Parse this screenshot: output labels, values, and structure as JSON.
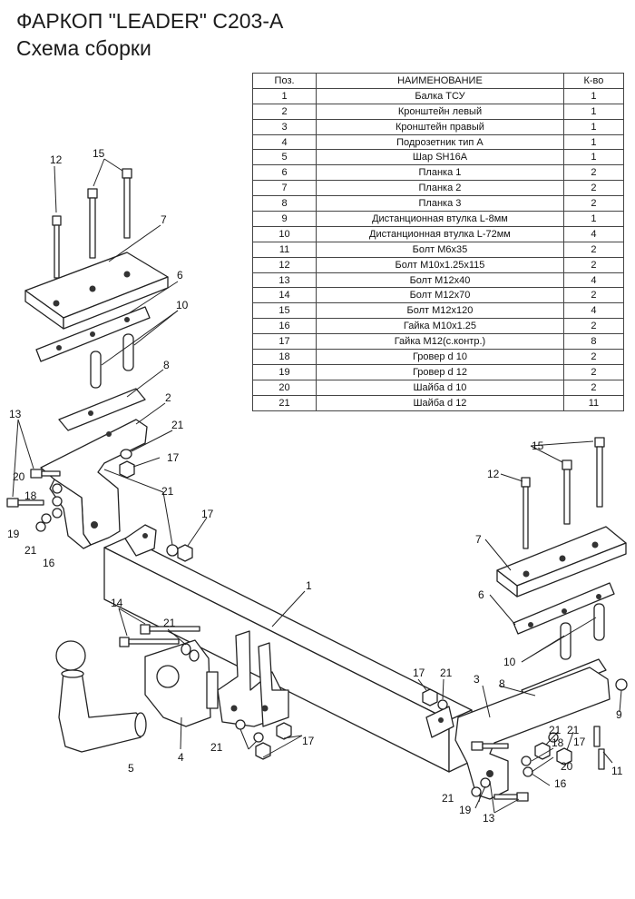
{
  "header": {
    "title": "ФАРКОП \"LEADER\" С203-А",
    "subtitle": "Схема сборки"
  },
  "table": {
    "columns": [
      "Поз.",
      "НАИМЕНОВАНИЕ",
      "К-во"
    ],
    "rows": [
      [
        "1",
        "Балка ТСУ",
        "1"
      ],
      [
        "2",
        "Кронштейн левый",
        "1"
      ],
      [
        "3",
        "Кронштейн правый",
        "1"
      ],
      [
        "4",
        "Подрозетник тип А",
        "1"
      ],
      [
        "5",
        "Шар SH16A",
        "1"
      ],
      [
        "6",
        "Планка 1",
        "2"
      ],
      [
        "7",
        "Планка 2",
        "2"
      ],
      [
        "8",
        "Планка 3",
        "2"
      ],
      [
        "9",
        "Дистанционная втулка L-8мм",
        "1"
      ],
      [
        "10",
        "Дистанционная втулка L-72мм",
        "4"
      ],
      [
        "11",
        "Болт М6х35",
        "2"
      ],
      [
        "12",
        "Болт М10х1.25х115",
        "2"
      ],
      [
        "13",
        "Болт М12х40",
        "4"
      ],
      [
        "14",
        "Болт М12х70",
        "2"
      ],
      [
        "15",
        "Болт М12х120",
        "4"
      ],
      [
        "16",
        "Гайка  М10х1.25",
        "2"
      ],
      [
        "17",
        "Гайка М12(с.контр.)",
        "8"
      ],
      [
        "18",
        "Гровер d 10",
        "2"
      ],
      [
        "19",
        "Гровер d 12",
        "2"
      ],
      [
        "20",
        "Шайба d 10",
        "2"
      ],
      [
        "21",
        "Шайба d 12",
        "11"
      ]
    ]
  },
  "callouts": [
    "1",
    "2",
    "3",
    "4",
    "5",
    "6",
    "7",
    "8",
    "9",
    "10",
    "11",
    "12",
    "13",
    "14",
    "15",
    "16",
    "17",
    "18",
    "19",
    "20",
    "21"
  ]
}
